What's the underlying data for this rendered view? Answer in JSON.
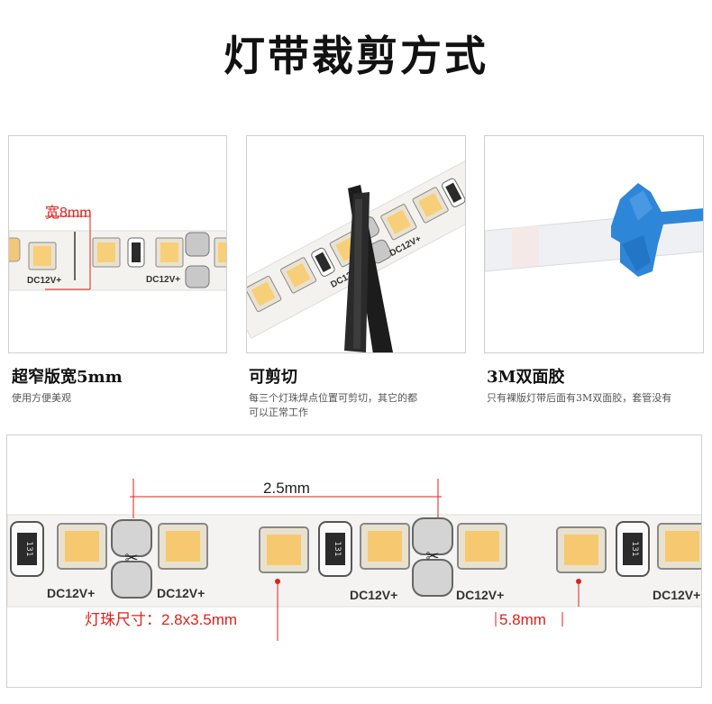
{
  "page_title": "灯带裁剪方式",
  "panels": [
    {
      "title": "超窄版宽5mm",
      "subtitle_lines": [
        "使用方便美观"
      ],
      "annotation": "宽8mm",
      "strip_text": "DC12V+"
    },
    {
      "title": "可剪切",
      "subtitle_lines": [
        "每三个灯珠焊点位置可剪切，其它的都",
        "可以正常工作"
      ],
      "strip_text": "DC12V+"
    },
    {
      "title": "3M双面胶",
      "subtitle_lines": [
        "只有裸版灯带后面有3M双面胶，套管没有"
      ]
    }
  ],
  "detail": {
    "spacing_label": "2.5mm",
    "bead_size_label": "灯珠尺寸：2.8x3.5mm",
    "width_label": "5.8mm",
    "strip_text": "DC12V+",
    "resistor_code": "131"
  },
  "colors": {
    "annotation_red": "#e0201a",
    "led_yellow": "#f6c970",
    "tape_blue": "#2e86d8",
    "strip_white": "#f4f3f1"
  }
}
